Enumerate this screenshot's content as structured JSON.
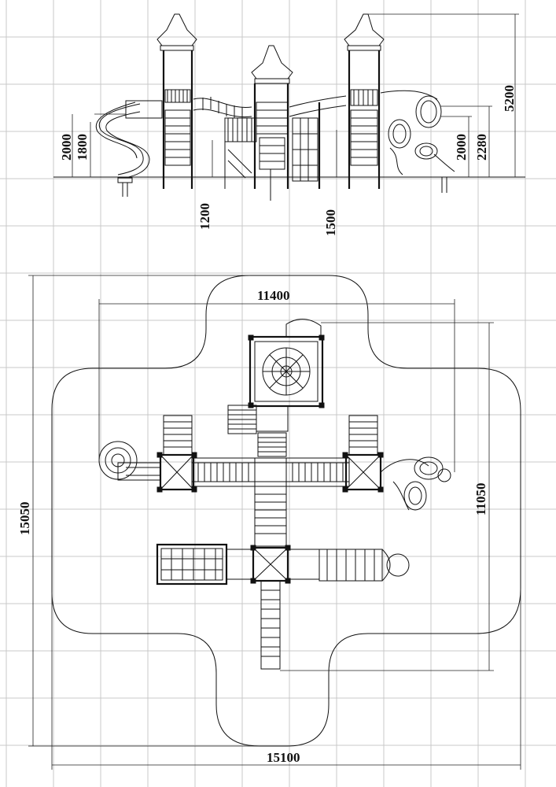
{
  "elevation_view": {
    "dimensions": {
      "total_height": "5200",
      "left_slide_platform_height": "2000",
      "left_slide_deck_height": "1800",
      "center_deck_height": "1200",
      "right_deck_height": "1500",
      "right_platform_height": "2000",
      "right_roof_deck_height": "2280"
    }
  },
  "plan_view": {
    "dimensions": {
      "equipment_width": "11400",
      "equipment_depth": "11050",
      "zone_depth": "15050",
      "zone_width": "15100"
    }
  }
}
